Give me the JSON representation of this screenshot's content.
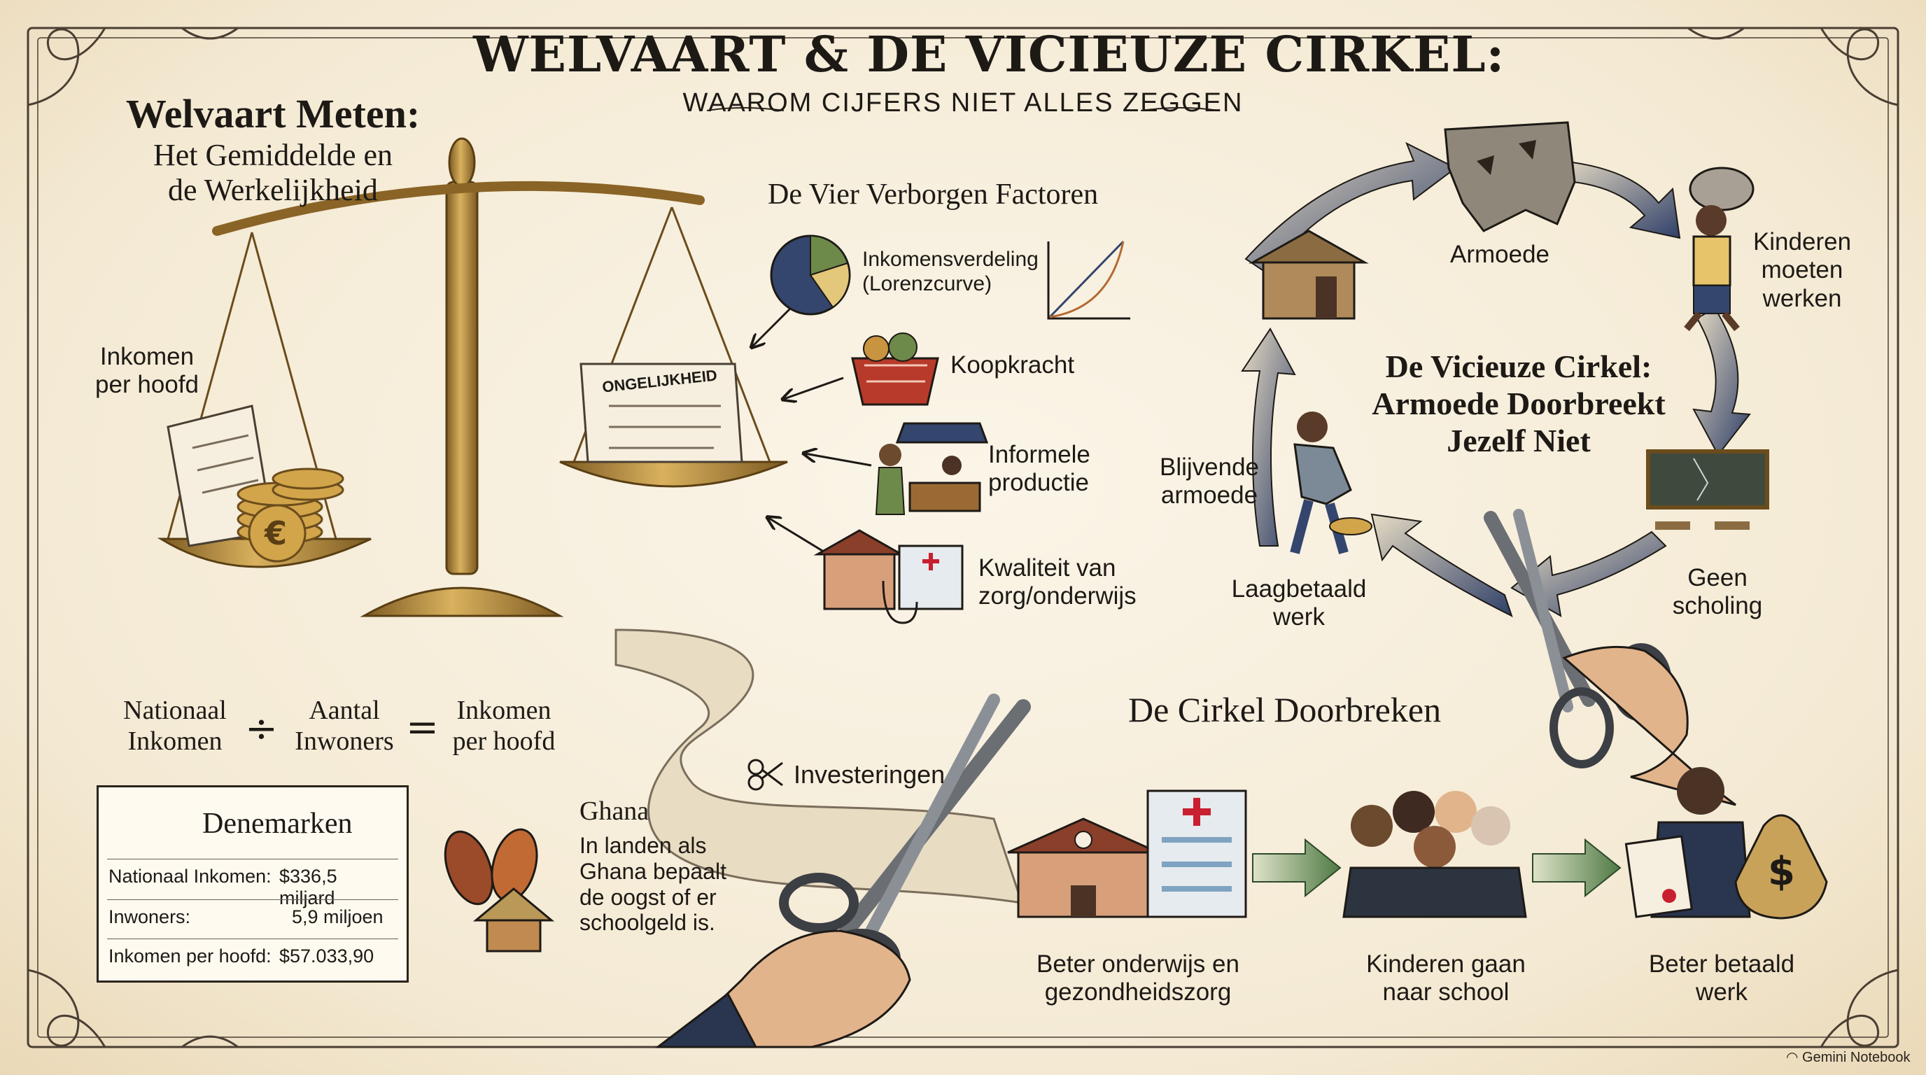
{
  "header": {
    "title": "WELVAART & DE VICIEUZE CIRKEL:",
    "subtitle": "WAAROM CIJFERS NIET ALLES ZEGGEN"
  },
  "measuring": {
    "heading_line1": "Welvaart Meten:",
    "heading_line2": "Het Gemiddelde en",
    "heading_line3": "de Werkelijkheid",
    "scale_left_label_line1": "Inkomen",
    "scale_left_label_line2": "per hoofd",
    "scale_right_scroll": "ONGELIJKHEID",
    "coin_symbol": "€"
  },
  "hidden_factors": {
    "heading": "De Vier Verborgen Factoren",
    "items": [
      {
        "label_line1": "Inkomensverdeling",
        "label_line2": "(Lorenzcurve)",
        "icon": "pie-chart-icon"
      },
      {
        "label_line1": "Koopkracht",
        "label_line2": "",
        "icon": "shopping-basket-icon"
      },
      {
        "label_line1": "Informele",
        "label_line2": "productie",
        "icon": "market-stall-icon"
      },
      {
        "label_line1": "Kwaliteit van",
        "label_line2": "zorg/onderwijs",
        "icon": "school-hospital-icon"
      }
    ]
  },
  "formula": {
    "term1_line1": "Nationaal",
    "term1_line2": "Inkomen",
    "operator1": "÷",
    "term2_line1": "Aantal",
    "term2_line2": "Inwoners",
    "operator2": "=",
    "result_line1": "Inkomen",
    "result_line2": "per hoofd"
  },
  "denmark": {
    "country": "Denemarken",
    "rows": [
      {
        "label": "Nationaal Inkomen:",
        "value": "$336,5 miljard"
      },
      {
        "label": "Inwoners:",
        "value": "5,9 miljoen"
      },
      {
        "label": "Inkomen per hoofd:",
        "value": "$57.033,90"
      }
    ]
  },
  "ghana": {
    "heading": "Ghana",
    "text_line1": "In landen als",
    "text_line2": "Ghana bepaalt",
    "text_line3": "de oogst of er",
    "text_line4": "schoolgeld is."
  },
  "path_label": "Investeringen",
  "vicious_circle": {
    "heading_line1": "De Vicieuze Cirkel:",
    "heading_line2": "Armoede Doorbreekt",
    "heading_line3": "Jezelf Niet",
    "nodes": {
      "armoede": "Armoede",
      "kinderen_line1": "Kinderen",
      "kinderen_line2": "moeten",
      "kinderen_line3": "werken",
      "geen_line1": "Geen",
      "geen_line2": "scholing",
      "laag_line1": "Laagbetaald",
      "laag_line2": "werk",
      "blijvende_line1": "Blijvende",
      "blijvende_line2": "armoede"
    }
  },
  "breaking": {
    "heading": "De Cirkel Doorbreken",
    "steps": [
      {
        "line1": "Beter onderwijs en",
        "line2": "gezondheidszorg"
      },
      {
        "line1": "Kinderen gaan",
        "line2": "naar school"
      },
      {
        "line1": "Beter betaald",
        "line2": "werk"
      }
    ],
    "money_symbol": "$"
  },
  "watermark": "Gemini Notebook",
  "colors": {
    "background": "#f5ecd9",
    "ink": "#1d1a16",
    "brass": "#b8893a",
    "arrow_blue": "#34466e",
    "arrow_green": "#4f7a45",
    "danish_red": "#c8202f"
  }
}
